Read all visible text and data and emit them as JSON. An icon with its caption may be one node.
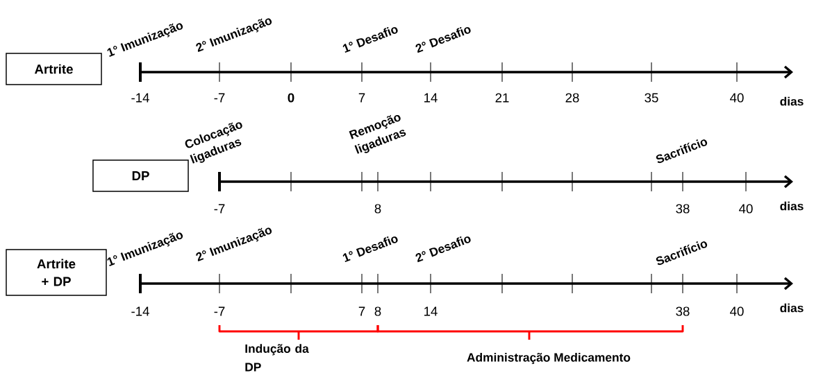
{
  "diagram": {
    "nodes": [
      {
        "text": [
          "Artrite"
        ]
      },
      {
        "text": [
          "DP"
        ]
      },
      {
        "text": [
          "Artrite + DP"
        ]
      }
    ],
    "labels": [
      "1° Imunização",
      "2° Imunização",
      "1° Desafio",
      "2° Desafio",
      "-14",
      "-7",
      "0",
      "7",
      "14",
      "21",
      "28",
      "35",
      "40",
      "dias",
      "Colocação ligaduras",
      "Remoção ligaduras",
      "Sacrifício",
      "-7",
      "8",
      "38",
      "40",
      "dias",
      "1° Imunização",
      "2° Imunização",
      "1° Desafio",
      "2° Desafio",
      "Sacrifício",
      "-14",
      "-7",
      "7",
      "8",
      "14",
      "38",
      "40",
      "dias",
      "Indução da DP",
      "Administração Medicamento"
    ]
  }
}
